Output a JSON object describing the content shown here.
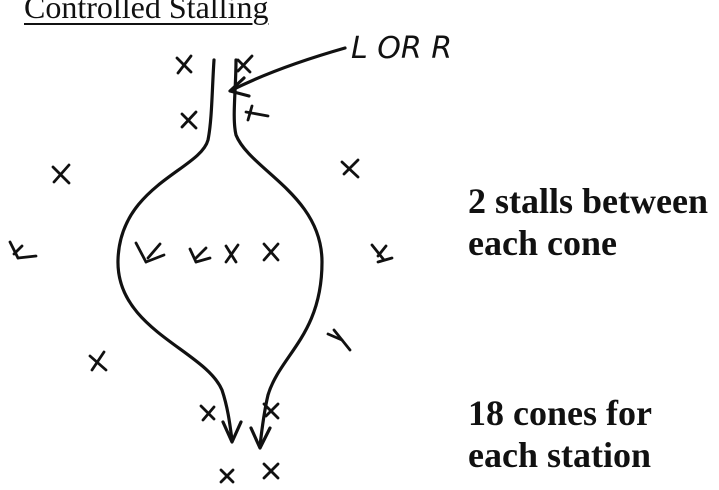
{
  "title": "Controlled Stalling",
  "direction_label": "L OR R",
  "annotations": {
    "stalls": [
      "2 stalls between",
      "each cone"
    ],
    "cones": [
      "18 cones for",
      "each station"
    ]
  },
  "cone_marker": "X"
}
